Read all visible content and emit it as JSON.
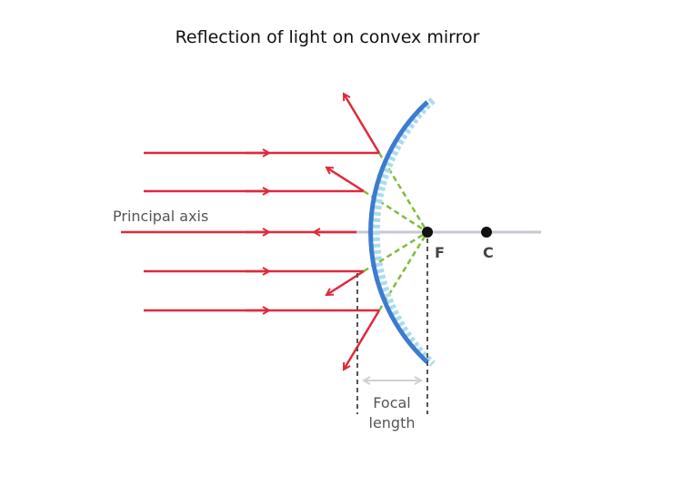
{
  "title": "Reflection of light on convex mirror",
  "labels": {
    "principal_axis": "Principal axis",
    "focus": "F",
    "center": "C",
    "focal_length_line1": "Focal",
    "focal_length_line2": "length"
  },
  "colors": {
    "ray": "#e0293c",
    "mirror": "#3d7bd0",
    "mirror_back": "#a8dcef",
    "virtual_ray": "#7fbd3a",
    "axis": "#c8c8d0",
    "dashed": "#555555",
    "dimension": "#d0d0d8",
    "point": "#111111"
  }
}
